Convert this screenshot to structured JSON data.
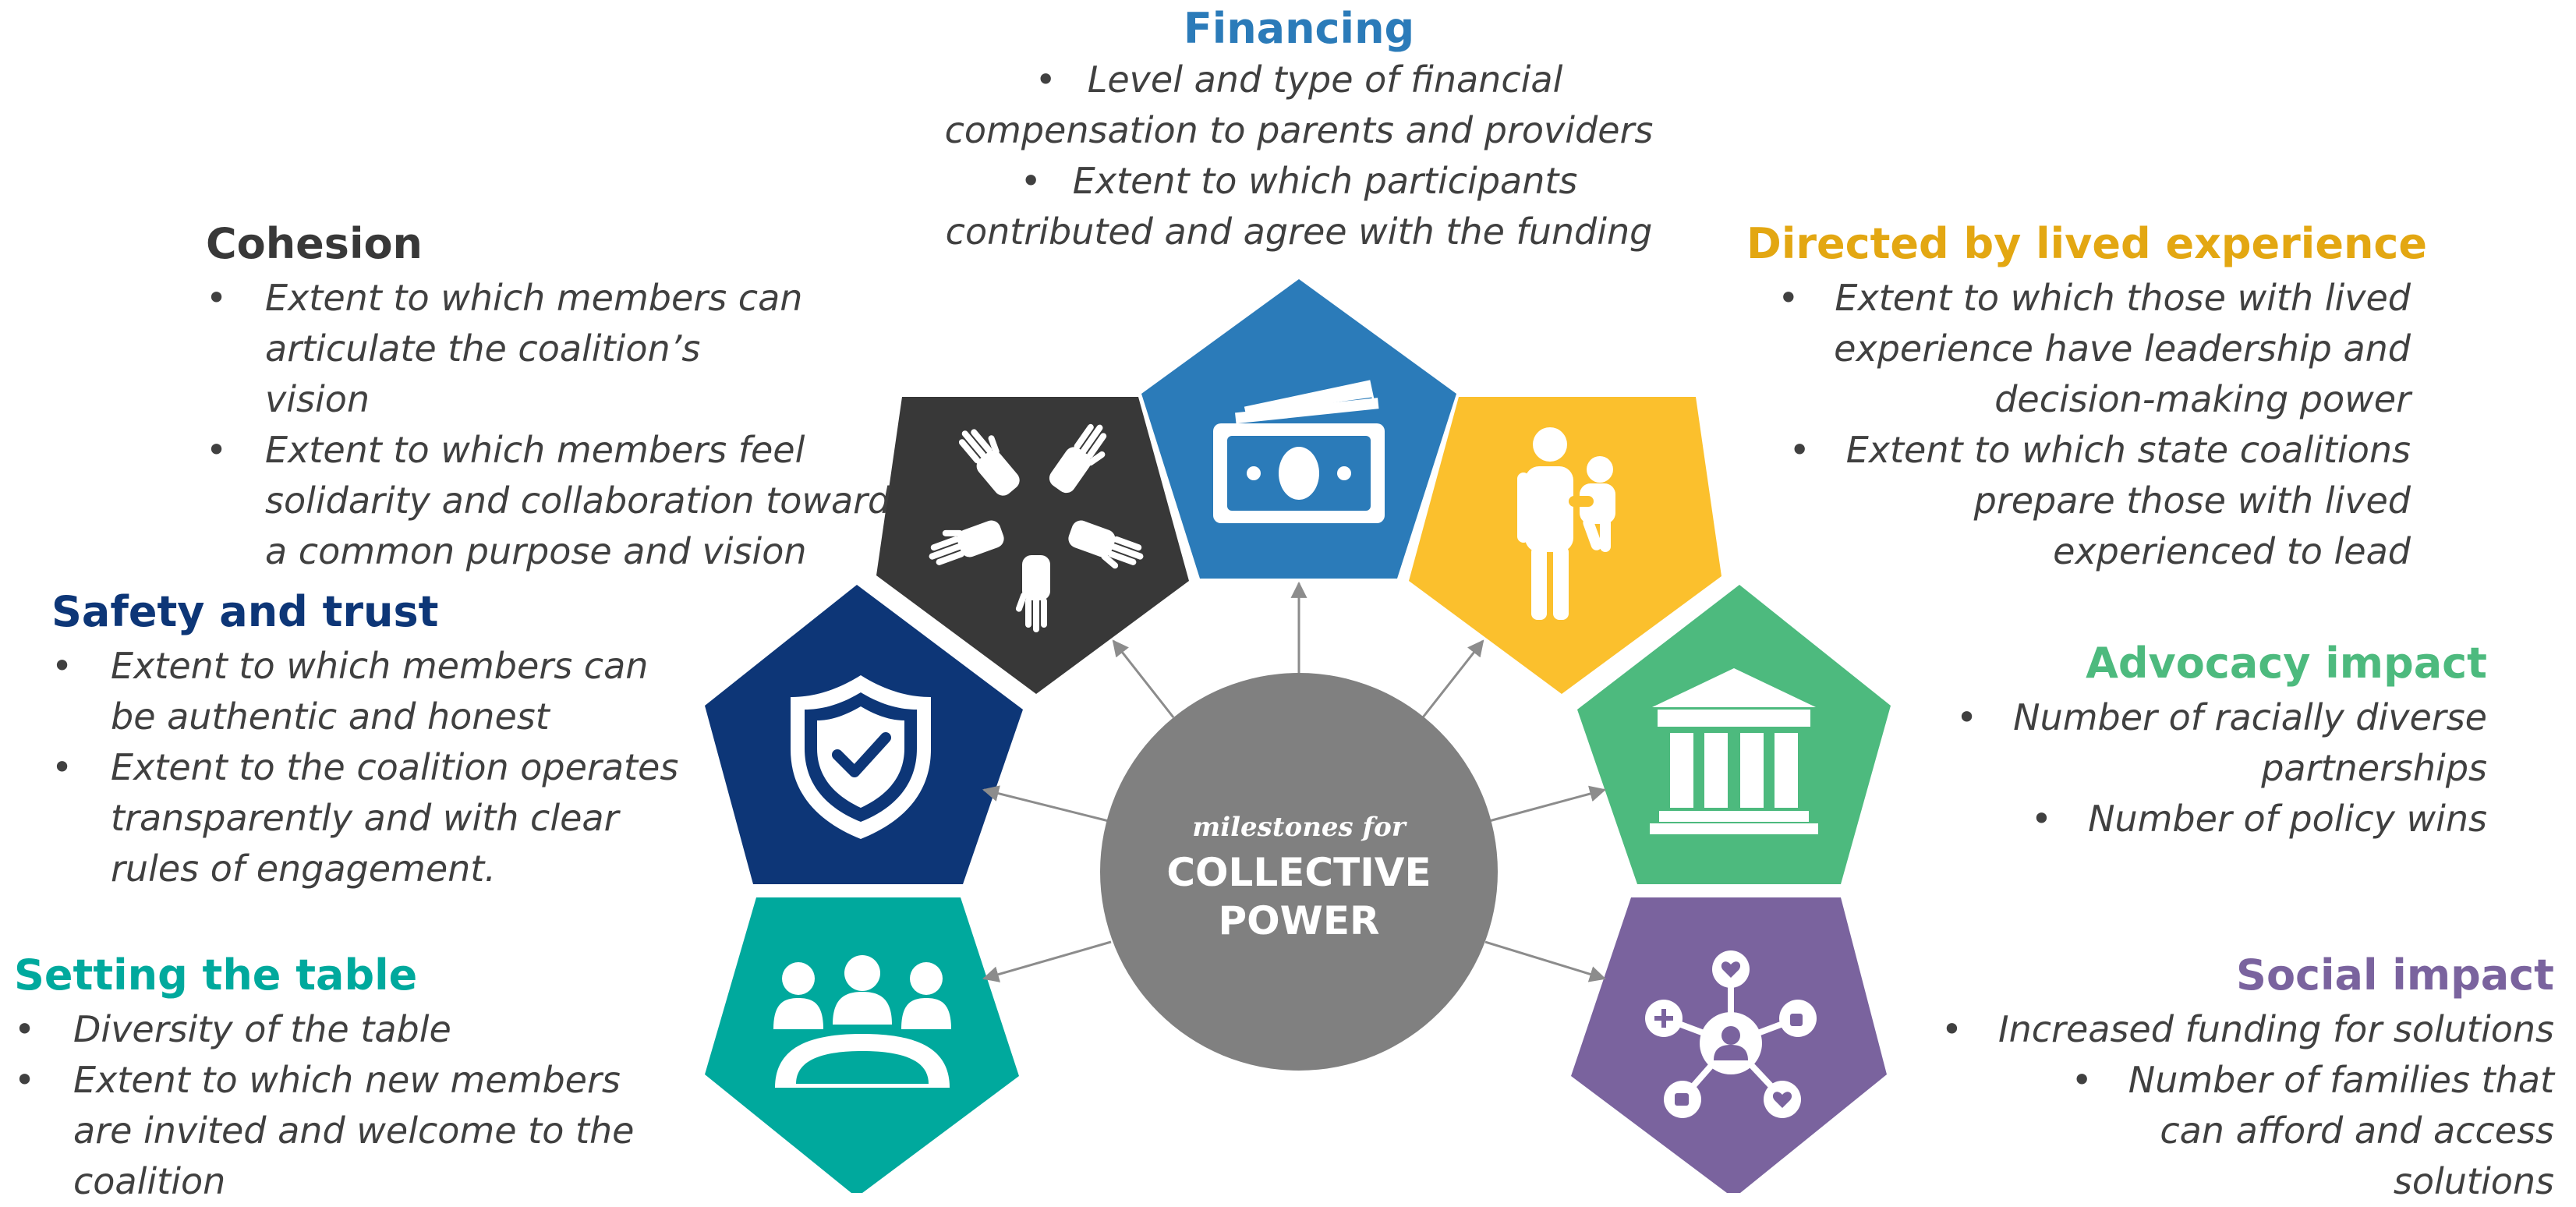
{
  "hub": {
    "small_text": "milestones for",
    "line1": "COLLECTIVE",
    "line2": "POWER"
  },
  "colors": {
    "financing": "#2B7BB9",
    "cohesion": "#383838",
    "directed": "#FBC02D",
    "directed_title": "#E3A712",
    "safety": "#0D3677",
    "advocacy": "#4DBA7E",
    "setting": "#00A99D",
    "social": "#7A639E",
    "hub": "#808080",
    "arrow": "#8C8C8C"
  },
  "segments": {
    "financing": {
      "icon": "cash-icon",
      "title": "Financing",
      "bullets": [
        "Level and type of financial compensation to parents and providers",
        "Extent to which participants contributed and agree with the funding"
      ]
    },
    "cohesion": {
      "icon": "hands-together-icon",
      "title": "Cohesion",
      "bullets": [
        "Extent to which members can articulate the coalition’s vision",
        "Extent to which members feel solidarity and collaboration toward a common purpose and vision"
      ]
    },
    "directed": {
      "icon": "parent-child-icon",
      "title": "Directed by lived experience",
      "bullets": [
        "Extent to which those with lived experience have leadership and decision-making power",
        "Extent to which state coalitions prepare those with lived experienced to lead"
      ]
    },
    "safety": {
      "icon": "shield-check-icon",
      "title": "Safety and trust",
      "bullets": [
        "Extent to which members can be authentic and honest",
        "Extent to the coalition operates transparently and with clear rules of engagement."
      ]
    },
    "advocacy": {
      "icon": "government-building-icon",
      "title": "Advocacy impact",
      "bullets": [
        "Number of racially diverse partnerships",
        "Number of policy wins"
      ]
    },
    "setting": {
      "icon": "meeting-table-icon",
      "title": "Setting the table",
      "bullets": [
        "Diversity of the table",
        "Extent to which new members are invited and welcome to the coalition"
      ]
    },
    "social": {
      "icon": "social-network-icon",
      "title": "Social impact",
      "bullets": [
        "Increased funding for solutions",
        "Number of families that can afford and access solutions"
      ]
    }
  }
}
